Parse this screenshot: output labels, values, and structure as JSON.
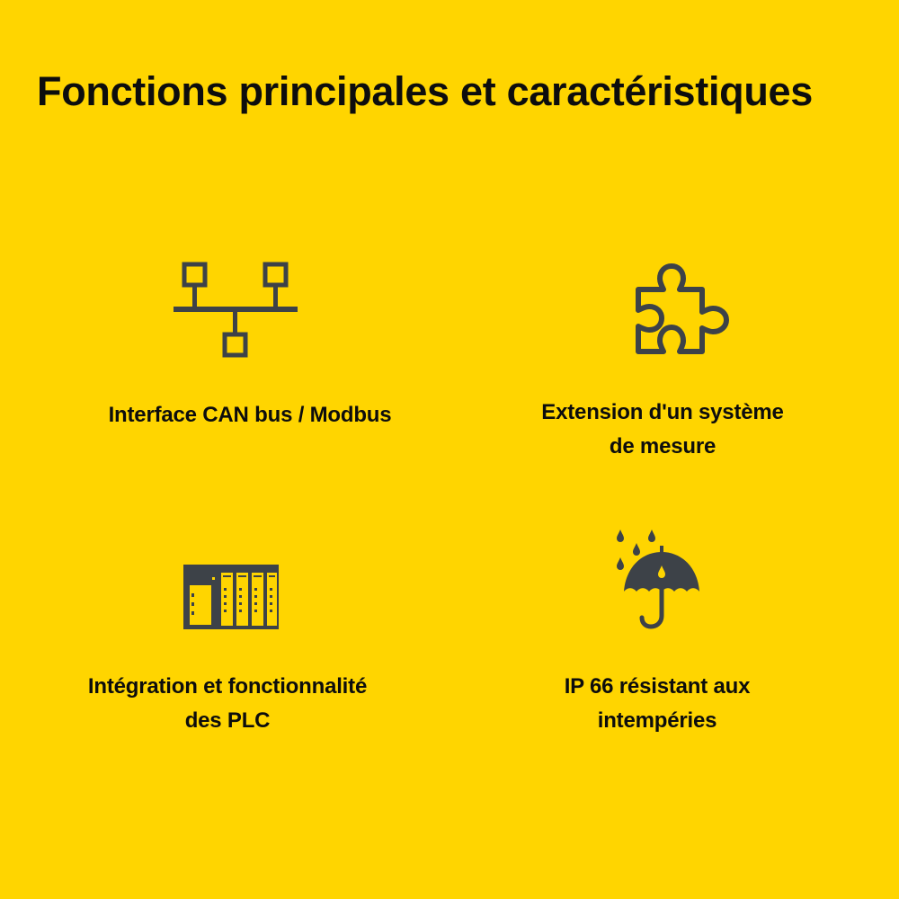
{
  "page": {
    "title": "Fonctions principales et caractéristiques",
    "background_color": "#FFD500",
    "icon_color": "#3D4248"
  },
  "features": [
    {
      "icon": "network-bus-icon",
      "line1": "Interface CAN bus / Modbus",
      "line2": ""
    },
    {
      "icon": "puzzle-piece-icon",
      "line1": "Extension d'un système",
      "line2": "de mesure"
    },
    {
      "icon": "plc-rack-icon",
      "line1": "Intégration et fonctionnalité",
      "line2": "des PLC"
    },
    {
      "icon": "umbrella-rain-icon",
      "line1": "IP 66 résistant aux",
      "line2": "intempéries"
    }
  ]
}
